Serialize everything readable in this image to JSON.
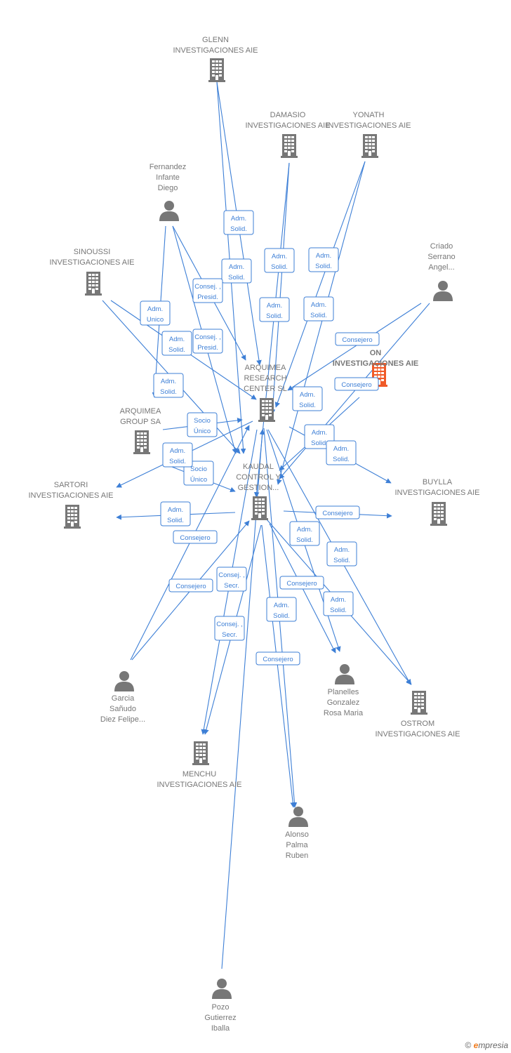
{
  "colors": {
    "edge": "#3d7fd6",
    "node": "#777777",
    "focus": "#f05a28"
  },
  "nodes": [
    {
      "id": "glenn",
      "type": "company",
      "lines": [
        "GLENN",
        "INVESTIGACIONES AIE"
      ]
    },
    {
      "id": "damasio",
      "type": "company",
      "lines": [
        "DAMASIO",
        "INVESTIGACIONES AIE"
      ]
    },
    {
      "id": "yonath",
      "type": "company",
      "lines": [
        "YONATH",
        "INVESTIGACIONES AIE"
      ]
    },
    {
      "id": "fernandez",
      "type": "person",
      "lines": [
        "Fernandez",
        "Infante",
        "Diego"
      ]
    },
    {
      "id": "sinoussi",
      "type": "company",
      "lines": [
        "SINOUSSI",
        "INVESTIGACIONES AIE"
      ]
    },
    {
      "id": "criado",
      "type": "person",
      "lines": [
        "Criado",
        "Serrano",
        "Angel..."
      ]
    },
    {
      "id": "focus",
      "type": "company",
      "focus": true,
      "lines": [
        "ON",
        "INVESTIGACIONES AIE"
      ]
    },
    {
      "id": "arquimea_rc",
      "type": "company",
      "lines": [
        "ARQUIMEA",
        "RESEARCH",
        "CENTER  SL"
      ]
    },
    {
      "id": "arquimea_group",
      "type": "company",
      "lines": [
        "ARQUIMEA",
        "GROUP SA"
      ]
    },
    {
      "id": "kaudal",
      "type": "company",
      "lines": [
        "KAUDAL",
        "CONTROL Y",
        "GESTION..."
      ]
    },
    {
      "id": "sartori",
      "type": "company",
      "lines": [
        "SARTORI",
        "INVESTIGACIONES AIE"
      ]
    },
    {
      "id": "buylla",
      "type": "company",
      "lines": [
        "BUYLLA",
        "INVESTIGACIONES AIE"
      ]
    },
    {
      "id": "garcia",
      "type": "person",
      "lines": [
        "Garcia",
        "Sañudo",
        "Diez Felipe..."
      ]
    },
    {
      "id": "planelles",
      "type": "person",
      "lines": [
        "Planelles",
        "Gonzalez",
        "Rosa Maria"
      ]
    },
    {
      "id": "ostrom",
      "type": "company",
      "lines": [
        "OSTROM",
        "INVESTIGACIONES AIE"
      ]
    },
    {
      "id": "menchu",
      "type": "company",
      "lines": [
        "MENCHU",
        "INVESTIGACIONES AIE"
      ]
    },
    {
      "id": "alonso",
      "type": "person",
      "lines": [
        "Alonso",
        "Palma",
        "Ruben"
      ]
    },
    {
      "id": "pozo",
      "type": "person",
      "lines": [
        "Pozo",
        "Gutierrez",
        "Iballa"
      ]
    }
  ],
  "relations": [
    {
      "lines": [
        "Adm.",
        "Solid."
      ]
    },
    {
      "lines": [
        "Adm.",
        "Solid."
      ]
    },
    {
      "lines": [
        "Consej. ,",
        "Presid."
      ]
    },
    {
      "lines": [
        "Adm.",
        "Solid."
      ]
    },
    {
      "lines": [
        "Adm.",
        "Solid."
      ]
    },
    {
      "lines": [
        "Adm.",
        "Solid."
      ]
    },
    {
      "lines": [
        "Adm.",
        "Solid."
      ]
    },
    {
      "lines": [
        "Adm.",
        "Unico"
      ]
    },
    {
      "lines": [
        "Consej. ,",
        "Presid."
      ]
    },
    {
      "lines": [
        "Adm.",
        "Solid."
      ]
    },
    {
      "lines": [
        "Consejero"
      ]
    },
    {
      "lines": [
        "Consejero"
      ]
    },
    {
      "lines": [
        "Adm.",
        "Solid."
      ]
    },
    {
      "lines": [
        "Adm.",
        "Solid."
      ]
    },
    {
      "lines": [
        "Socio",
        "Único"
      ]
    },
    {
      "lines": [
        "Adm.",
        "Solid."
      ]
    },
    {
      "lines": [
        "Adm.",
        "Solid."
      ]
    },
    {
      "lines": [
        "Socio",
        "Único"
      ]
    },
    {
      "lines": [
        "Adm.",
        "Solid."
      ]
    },
    {
      "lines": [
        "Adm.",
        "Solid."
      ]
    },
    {
      "lines": [
        "Consejero"
      ]
    },
    {
      "lines": [
        "Consejero"
      ]
    },
    {
      "lines": [
        "Adm.",
        "Solid."
      ]
    },
    {
      "lines": [
        "Consejero"
      ]
    },
    {
      "lines": [
        "Adm.",
        "Solid."
      ]
    },
    {
      "lines": [
        "Consejero"
      ]
    },
    {
      "lines": [
        "Consej. ,",
        "Secr."
      ]
    },
    {
      "lines": [
        "Adm.",
        "Solid."
      ]
    },
    {
      "lines": [
        "Adm.",
        "Solid."
      ]
    },
    {
      "lines": [
        "Consej. ,",
        "Secr."
      ]
    },
    {
      "lines": [
        "Consejero"
      ]
    }
  ],
  "watermark": {
    "copyright": "©",
    "brand_initial": "e",
    "brand_rest": "mpresia"
  }
}
